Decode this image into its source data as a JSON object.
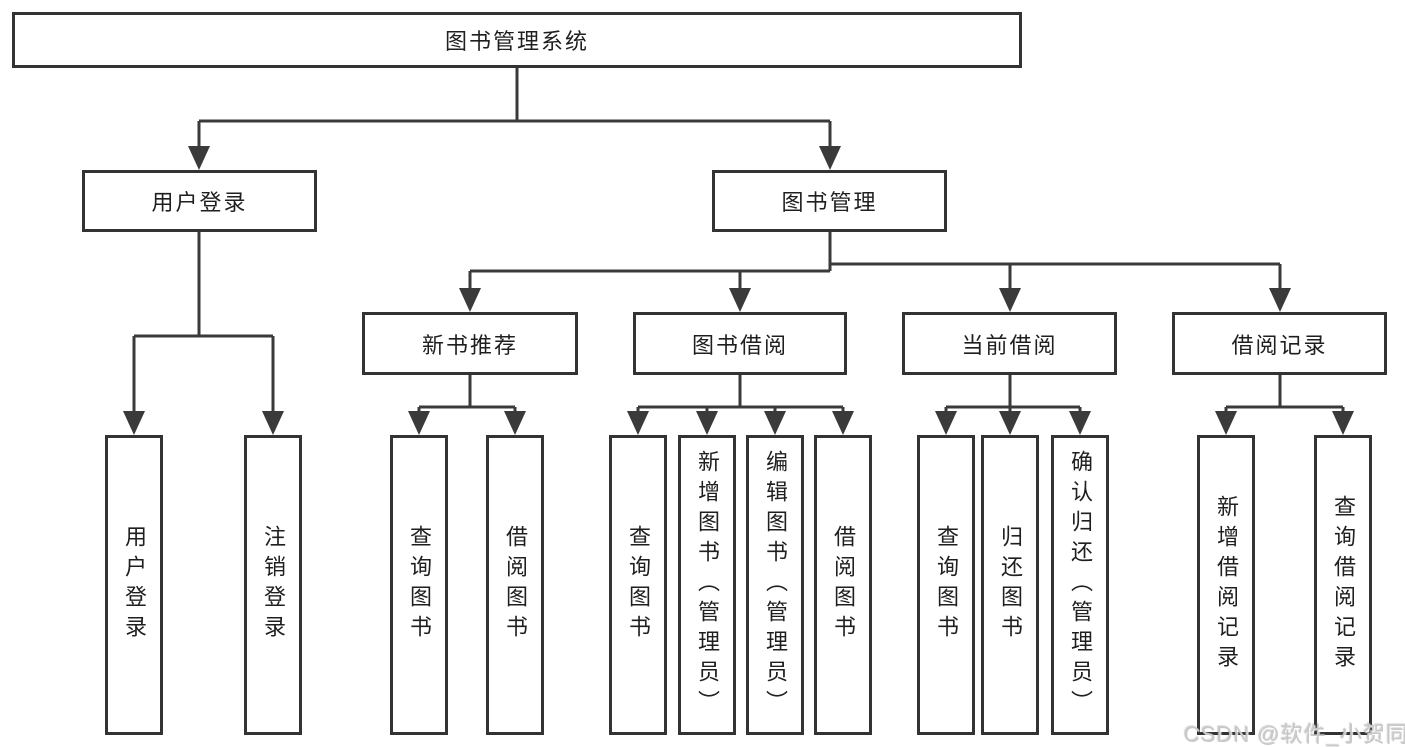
{
  "diagram": {
    "nodes": {
      "root": "图书管理系统",
      "user_login": "用户登录",
      "book_mgmt": "图书管理",
      "user_login_children": [
        "用户登录",
        "注销登录"
      ],
      "level3": [
        "新书推荐",
        "图书借阅",
        "当前借阅",
        "借阅记录"
      ],
      "new_book_children": [
        "查询图书",
        "借阅图书"
      ],
      "borrow_children": [
        "查询图书",
        "新增图书（管理员）",
        "编辑图书（管理员）",
        "借阅图书"
      ],
      "current_children": [
        "查询图书",
        "归还图书",
        "确认归还（管理员）"
      ],
      "record_children": [
        "新增借阅记录",
        "查询借阅记录"
      ]
    },
    "watermark": "CSDN @软件_小贺同学",
    "colors": {
      "line": "#3a3a3a",
      "border": "#333333",
      "text": "#1f1f1f",
      "watermark": "#c8c8c8",
      "background": "#ffffff"
    }
  }
}
